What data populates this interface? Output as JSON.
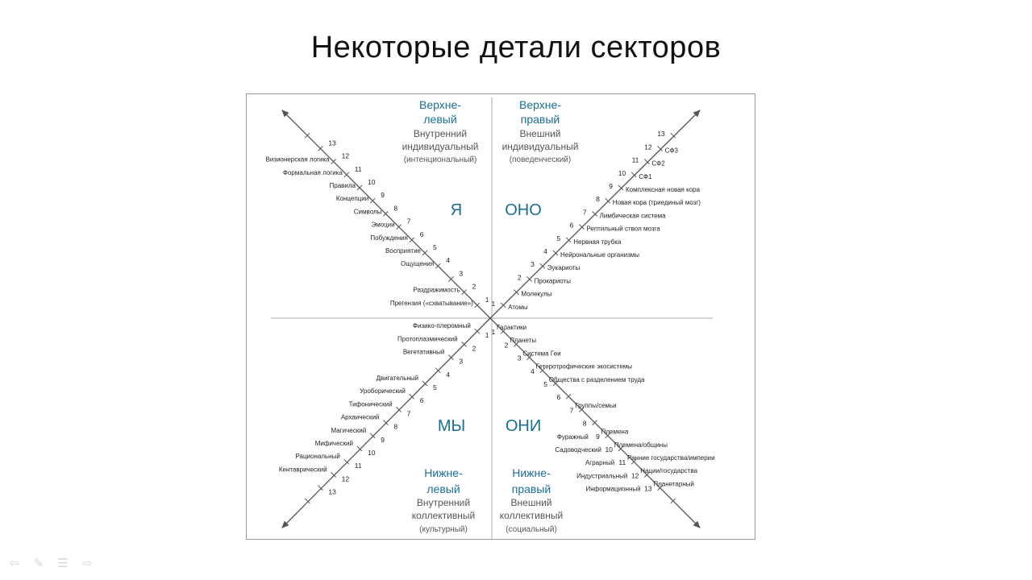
{
  "slide_title": "Некоторые детали секторов",
  "colors": {
    "accent": "#1a6e96",
    "axis": "#555555",
    "text": "#222222",
    "subtext": "#555555"
  },
  "quadrants": {
    "upper_left": {
      "heading": [
        "Верхне-",
        "левый"
      ],
      "sub": [
        "Внутренний",
        "индивидуальный",
        "(интенциональный)"
      ],
      "pronoun": "Я"
    },
    "upper_right": {
      "heading": [
        "Верхне-",
        "правый"
      ],
      "sub": [
        "Внешний",
        "индивидуальный",
        "(поведенческий)"
      ],
      "pronoun": "ОНО"
    },
    "lower_left": {
      "heading": [
        "Нижне-",
        "левый"
      ],
      "sub": [
        "Внутренний",
        "коллективный",
        "(культурный)"
      ],
      "pronoun": "МЫ"
    },
    "lower_right": {
      "heading": [
        "Нижне-",
        "правый"
      ],
      "sub": [
        "Внешний",
        "коллективный",
        "(социальный)"
      ],
      "pronoun": "ОНИ"
    }
  },
  "ul_items": [
    {
      "n": "1",
      "label": "Прегензия («схватывание»)"
    },
    {
      "n": "2",
      "label": "Раздражимость"
    },
    {
      "n": "3",
      "label": ""
    },
    {
      "n": "4",
      "label": "Ощущения"
    },
    {
      "n": "5",
      "label": "Восприятие"
    },
    {
      "n": "6",
      "label": "Побуждения"
    },
    {
      "n": "7",
      "label": "Эмоции"
    },
    {
      "n": "8",
      "label": "Символы"
    },
    {
      "n": "9",
      "label": "Концепции"
    },
    {
      "n": "10",
      "label": "Правила"
    },
    {
      "n": "11",
      "label": "Формальная логика"
    },
    {
      "n": "12",
      "label": "Визионерская логика"
    },
    {
      "n": "13",
      "label": ""
    }
  ],
  "ur_items": [
    {
      "n": "1",
      "label": "Атомы"
    },
    {
      "n": "",
      "label": "Молекулы"
    },
    {
      "n": "2",
      "label": "Прокариоты"
    },
    {
      "n": "3",
      "label": "Эукариоты"
    },
    {
      "n": "4",
      "label": "Нейрональные организмы"
    },
    {
      "n": "5",
      "label": "Нервная трубка"
    },
    {
      "n": "6",
      "label": "Рептильный ствол мозга"
    },
    {
      "n": "7",
      "label": "Лимбическая система"
    },
    {
      "n": "8",
      "label": "Новая кора (триединый мозг)"
    },
    {
      "n": "9",
      "label": "Комплексная новая кора"
    },
    {
      "n": "10",
      "label": "СФ1"
    },
    {
      "n": "11",
      "label": "СФ2"
    },
    {
      "n": "12",
      "label": "СФ3"
    },
    {
      "n": "13",
      "label": ""
    }
  ],
  "ll_items": [
    {
      "n": "1",
      "label": "Физико-плеромный"
    },
    {
      "n": "2",
      "label": "Протоплазмический"
    },
    {
      "n": "3",
      "label": "Вегетативный"
    },
    {
      "n": "4",
      "label": ""
    },
    {
      "n": "5",
      "label": "Двигательный"
    },
    {
      "n": "6",
      "label": "Уроборический"
    },
    {
      "n": "7",
      "label": "Тифонический"
    },
    {
      "n": "8",
      "label": "Архаический"
    },
    {
      "n": "9",
      "label": "Магический"
    },
    {
      "n": "10",
      "label": "Мифический"
    },
    {
      "n": "11",
      "label": "Рациональный"
    },
    {
      "n": "12",
      "label": "Кентаврический"
    },
    {
      "n": "13",
      "label": ""
    }
  ],
  "lr_items": [
    {
      "n": "",
      "label": "Галактики"
    },
    {
      "n": "1",
      "label": "Планеты"
    },
    {
      "n": "2",
      "label": "Система Геи"
    },
    {
      "n": "3",
      "label": "Гетеротрофические экосистемы"
    },
    {
      "n": "4",
      "label": "Общества с разделением труда"
    },
    {
      "n": "5",
      "label": ""
    },
    {
      "n": "6",
      "label": "Группы/семьи"
    },
    {
      "n": "7",
      "label": ""
    },
    {
      "n": "8",
      "label": "Племена"
    },
    {
      "n": "9",
      "label": "Племена/общины"
    },
    {
      "n": "10",
      "label": "Ранние государства/империи"
    },
    {
      "n": "11",
      "label": "Нации/государства"
    },
    {
      "n": "12",
      "label": "Планетарный"
    },
    {
      "n": "13",
      "label": ""
    }
  ],
  "lr_left_labels": [
    {
      "level": "9",
      "label": "Фуражный"
    },
    {
      "level": "10",
      "label": "Садоводческий"
    },
    {
      "level": "11",
      "label": "Аграрный"
    },
    {
      "level": "12",
      "label": "Индустриальный"
    },
    {
      "level": "13",
      "label": "Информационный"
    }
  ],
  "controls": [
    "prev-icon",
    "pen-icon",
    "menu-icon",
    "next-icon"
  ]
}
